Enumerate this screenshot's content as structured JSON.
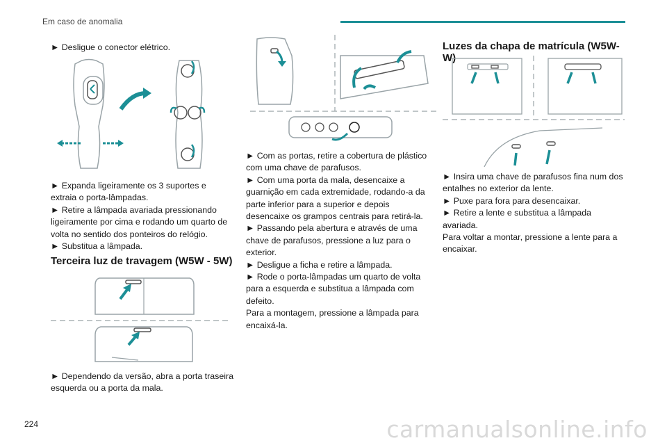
{
  "header": {
    "section_title": "Em caso de anomalia",
    "accent_color": "#1c8f96"
  },
  "col1": {
    "step_disconnect": "► Desligue o conector elétrico.",
    "steps_after_fig": [
      "► Expanda ligeiramente os 3 suportes e extraia o porta-lâmpadas.",
      "► Retire a lâmpada avariada pressionando ligeiramente por cima e rodando um quarto de volta no sentido dos ponteiros do relógio.",
      "► Substitua a lâmpada."
    ],
    "third_brake_heading": "Terceira luz de travagem (W5W - 5W)",
    "third_brake_step": "► Dependendo da versão, abra a porta traseira esquerda ou a porta da mala."
  },
  "col2": {
    "steps": [
      "► Com as portas, retire a cobertura de plástico com uma chave de parafusos.",
      "► Com uma porta da mala, desencaixe a guarnição em cada extremidade, rodando-a da parte inferior para a superior e depois desencaixe os grampos centrais para retirá-la.",
      "► Passando pela abertura e através de uma chave de parafusos, pressione a luz para o exterior.",
      "► Desligue a ficha e retire a lâmpada.",
      "► Rode o porta-lâmpadas um quarto de volta para a esquerda e substitua a lâmpada com defeito."
    ],
    "note": "Para a montagem, pressione a lâmpada para encaixá-la."
  },
  "col3": {
    "heading": "Luzes da chapa de matrícula (W5W-W)",
    "steps": [
      "► Insira uma chave de parafusos fina num dos entalhes no exterior da lente.",
      "► Puxe para fora para desencaixar.",
      "► Retire a lente e substitua a lâmpada avariada."
    ],
    "note": "Para voltar a montar, pressione a lente para a encaixar."
  },
  "footer": {
    "page_number": "224",
    "watermark": "carmanualsonline.info"
  },
  "illustration": {
    "arrow_color": "#1c8f96",
    "line_color": "#9aa4a8"
  }
}
